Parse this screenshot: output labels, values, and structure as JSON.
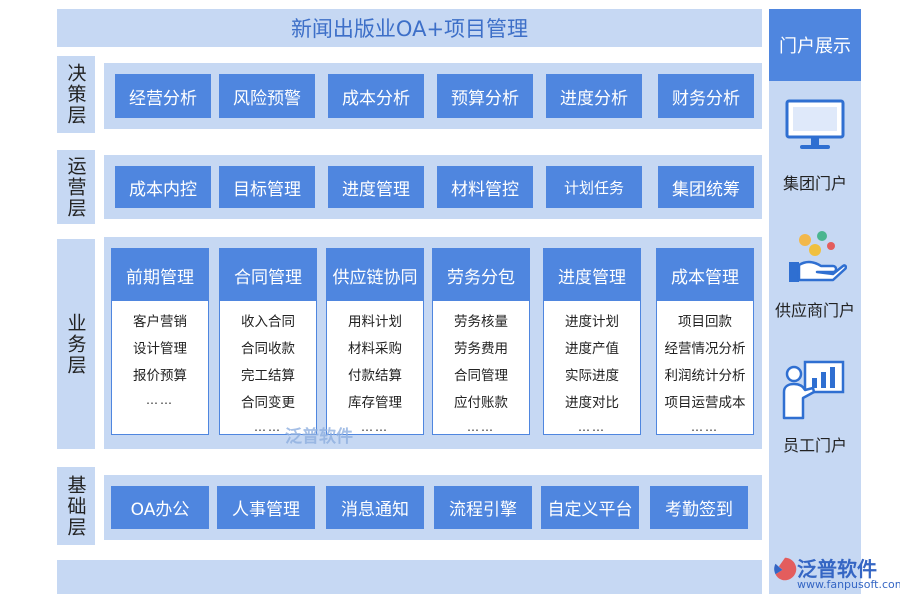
{
  "title": "新闻出版业OA+项目管理",
  "layers": [
    {
      "label": "决策层"
    },
    {
      "label": "运营层"
    },
    {
      "label": "业务层"
    },
    {
      "label": "基础层"
    }
  ],
  "decision": [
    "经营分析",
    "风险预警",
    "成本分析",
    "预算分析",
    "进度分析",
    "财务分析"
  ],
  "operation": [
    "成本内控",
    "目标管理",
    "进度管理",
    "材料管控",
    "计划任务",
    "集团统筹"
  ],
  "business": [
    {
      "title": "前期管理",
      "items": [
        "客户营销",
        "设计管理",
        "报价预算",
        "……"
      ]
    },
    {
      "title": "合同管理",
      "items": [
        "收入合同",
        "合同收款",
        "完工结算",
        "合同变更",
        "……"
      ]
    },
    {
      "title": "供应链协同",
      "items": [
        "用料计划",
        "材料采购",
        "付款结算",
        "库存管理",
        "……"
      ]
    },
    {
      "title": "劳务分包",
      "items": [
        "劳务核量",
        "劳务费用",
        "合同管理",
        "应付账款",
        "……"
      ]
    },
    {
      "title": "进度管理",
      "items": [
        "进度计划",
        "进度产值",
        "实际进度",
        "进度对比",
        "……"
      ]
    },
    {
      "title": "成本管理",
      "items": [
        "项目回款",
        "经营情况分析",
        "利润统计分析",
        "项目运营成本",
        "……"
      ]
    }
  ],
  "foundation": [
    "OA办公",
    "人事管理",
    "消息通知",
    "流程引擎",
    "自定义平台",
    "考勤签到"
  ],
  "side": {
    "title": "门户展示",
    "portals": [
      {
        "label": "集团门户",
        "icon": "monitor-icon"
      },
      {
        "label": "供应商门户",
        "icon": "hand-coins-icon"
      },
      {
        "label": "员工门户",
        "icon": "presenter-icon"
      }
    ]
  },
  "watermark": "泛普软件",
  "logo": {
    "name": "泛普软件",
    "url": "www.fanpusoft.com"
  },
  "colors": {
    "panel": "#c6d8f3",
    "accent": "#4f86df",
    "title_text": "#3d6fc8"
  }
}
